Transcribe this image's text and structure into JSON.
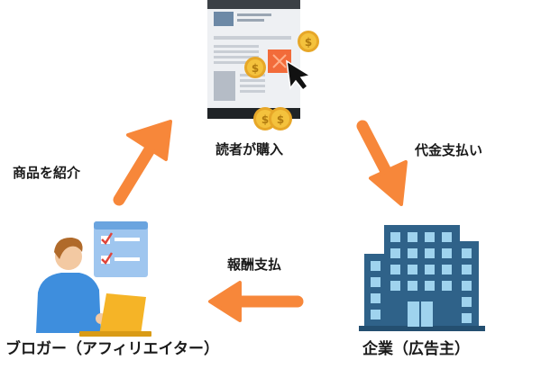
{
  "nodes": {
    "reader": {
      "label": "読者が購入"
    },
    "blogger": {
      "label": "ブロガー（アフィリエイター）"
    },
    "company": {
      "label": "企業（広告主）"
    }
  },
  "flows": {
    "introduce": {
      "label": "商品を紹介"
    },
    "payment": {
      "label": "代金支払い"
    },
    "reward": {
      "label": "報酬支払"
    }
  },
  "icons": {
    "reader": "webpage-shopping-icon",
    "blogger": "blogger-laptop-icon",
    "company": "office-building-icon",
    "arrows": "orange-arrow-icon"
  },
  "colors": {
    "arrow": "#F7873A",
    "building": "#2F6289",
    "laptop": "#F5B427",
    "shirt": "#3E8EDD",
    "coin": "#F4C23D",
    "ad_block": "#F26B3A"
  }
}
